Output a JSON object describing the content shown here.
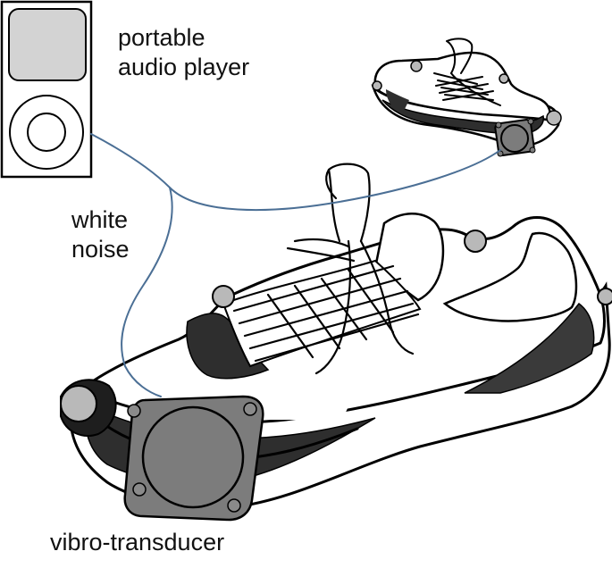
{
  "labels": {
    "player": [
      "portable",
      "audio player"
    ],
    "noise": [
      "white",
      "noise"
    ],
    "transducer": "vibro-transducer"
  },
  "colors": {
    "cable": "#4b6f95",
    "transducer_gray": "#7c7c7c",
    "spike_gray": "#b9b9b9",
    "sole_dark": "#2e2e2e",
    "screen_gray": "#d3d3d3"
  },
  "icons": [
    "audio-player-icon",
    "large-shoe-icon",
    "small-shoe-icon",
    "vibro-transducer-icon",
    "cable-icon"
  ]
}
